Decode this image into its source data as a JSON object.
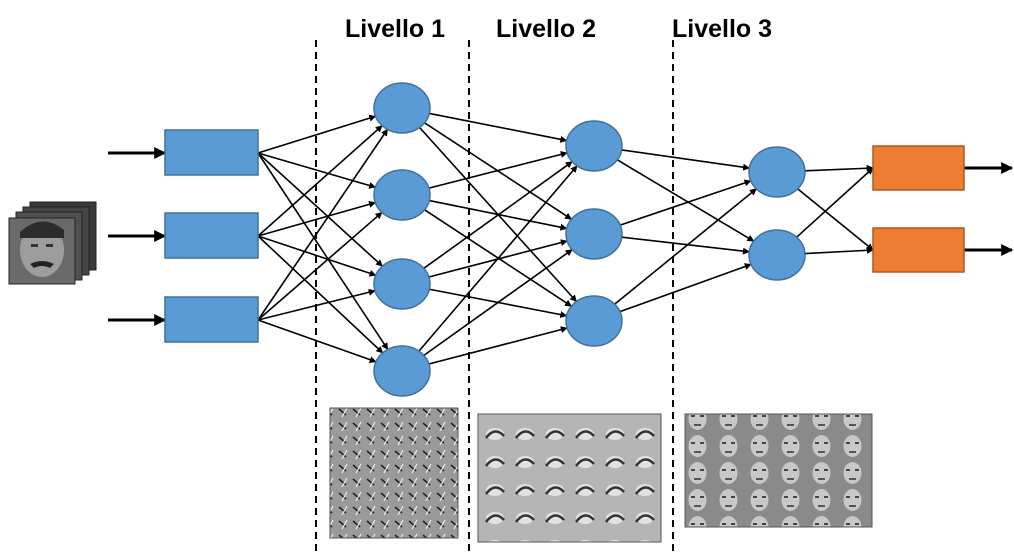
{
  "layer_labels": [
    "Livello 1",
    "Livello 2",
    "Livello 3"
  ],
  "colors": {
    "input_node": "#5b9bd5",
    "hidden_node": "#5b9bd5",
    "output_node": "#ed7d31",
    "node_stroke": "#41719c",
    "output_stroke": "#ae5a21",
    "edge": "#000000",
    "separator": "#000000"
  },
  "network": {
    "input_nodes": 3,
    "hidden_layers": [
      4,
      3,
      2
    ],
    "output_nodes": 2,
    "fully_connected": true
  },
  "images": {
    "input": "face-stack-photo",
    "level1": "edge-filters-grid",
    "level2": "face-parts-grid",
    "level3": "whole-faces-grid"
  }
}
